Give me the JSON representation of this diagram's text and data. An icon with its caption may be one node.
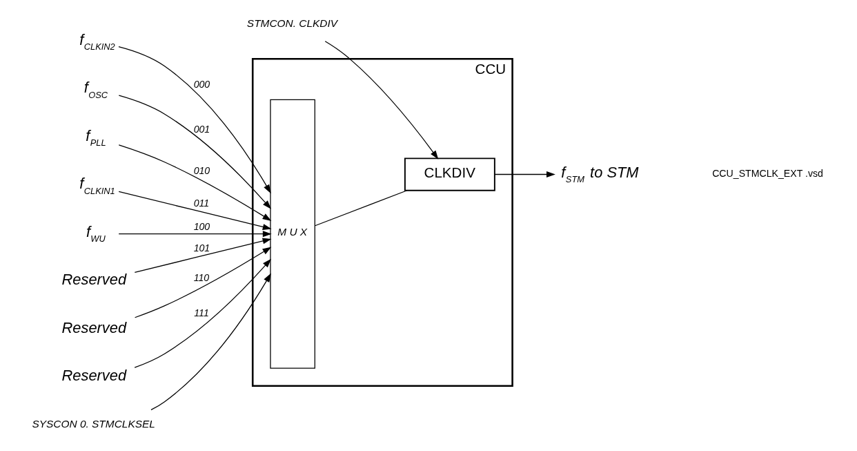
{
  "diagram": {
    "nodes": [
      {
        "text": [
          "CCU"
        ]
      },
      {
        "text": [
          "M U X"
        ],
        "in": 0
      },
      {
        "text": [
          "CLKDIV"
        ],
        "in": 0
      },
      {
        "text": [
          "f$_{CLKIN2}$"
        ]
      },
      {
        "text": [
          "f$_{OSC}$"
        ]
      },
      {
        "text": [
          "f$_{PLL}$"
        ]
      },
      {
        "text": [
          "f$_{CLKIN1}$"
        ]
      },
      {
        "text": [
          "f$_{WU}$"
        ]
      },
      {
        "text": [
          "Reserved"
        ]
      },
      {
        "text": [
          "Reserved"
        ]
      },
      {
        "text": [
          "Reserved"
        ]
      },
      {
        "text": [
          "SYSCON 0. STMCLKSEL"
        ]
      },
      {
        "text": [
          "STMCON. CLKDIV"
        ]
      },
      {
        "text": [
          "f$_{STM}$ to STM"
        ]
      }
    ],
    "edges": [
      {
        "from": 3,
        "to": 1,
        "arrow": "to",
        "label": "000"
      },
      {
        "from": 4,
        "to": 1,
        "arrow": "to",
        "label": "001"
      },
      {
        "from": 5,
        "to": 1,
        "arrow": "to",
        "label": "010"
      },
      {
        "from": 6,
        "to": 1,
        "arrow": "to",
        "label": "011"
      },
      {
        "from": 7,
        "to": 1,
        "arrow": "to",
        "label": "100"
      },
      {
        "from": 8,
        "to": 1,
        "arrow": "to",
        "label": "101"
      },
      {
        "from": 9,
        "to": 1,
        "arrow": "to",
        "label": "110"
      },
      {
        "from": 10,
        "to": 1,
        "arrow": "to",
        "label": "111"
      },
      {
        "from": 11,
        "to": 1,
        "arrow": "to"
      },
      {
        "from": 1,
        "to": 2,
        "arrow": "none"
      },
      {
        "from": 2,
        "to": 13,
        "arrow": "to"
      },
      {
        "from": 12,
        "to": 2,
        "arrow": "to"
      }
    ],
    "labels": [
      "CCU_STMCLK_EXT .vsd"
    ]
  }
}
